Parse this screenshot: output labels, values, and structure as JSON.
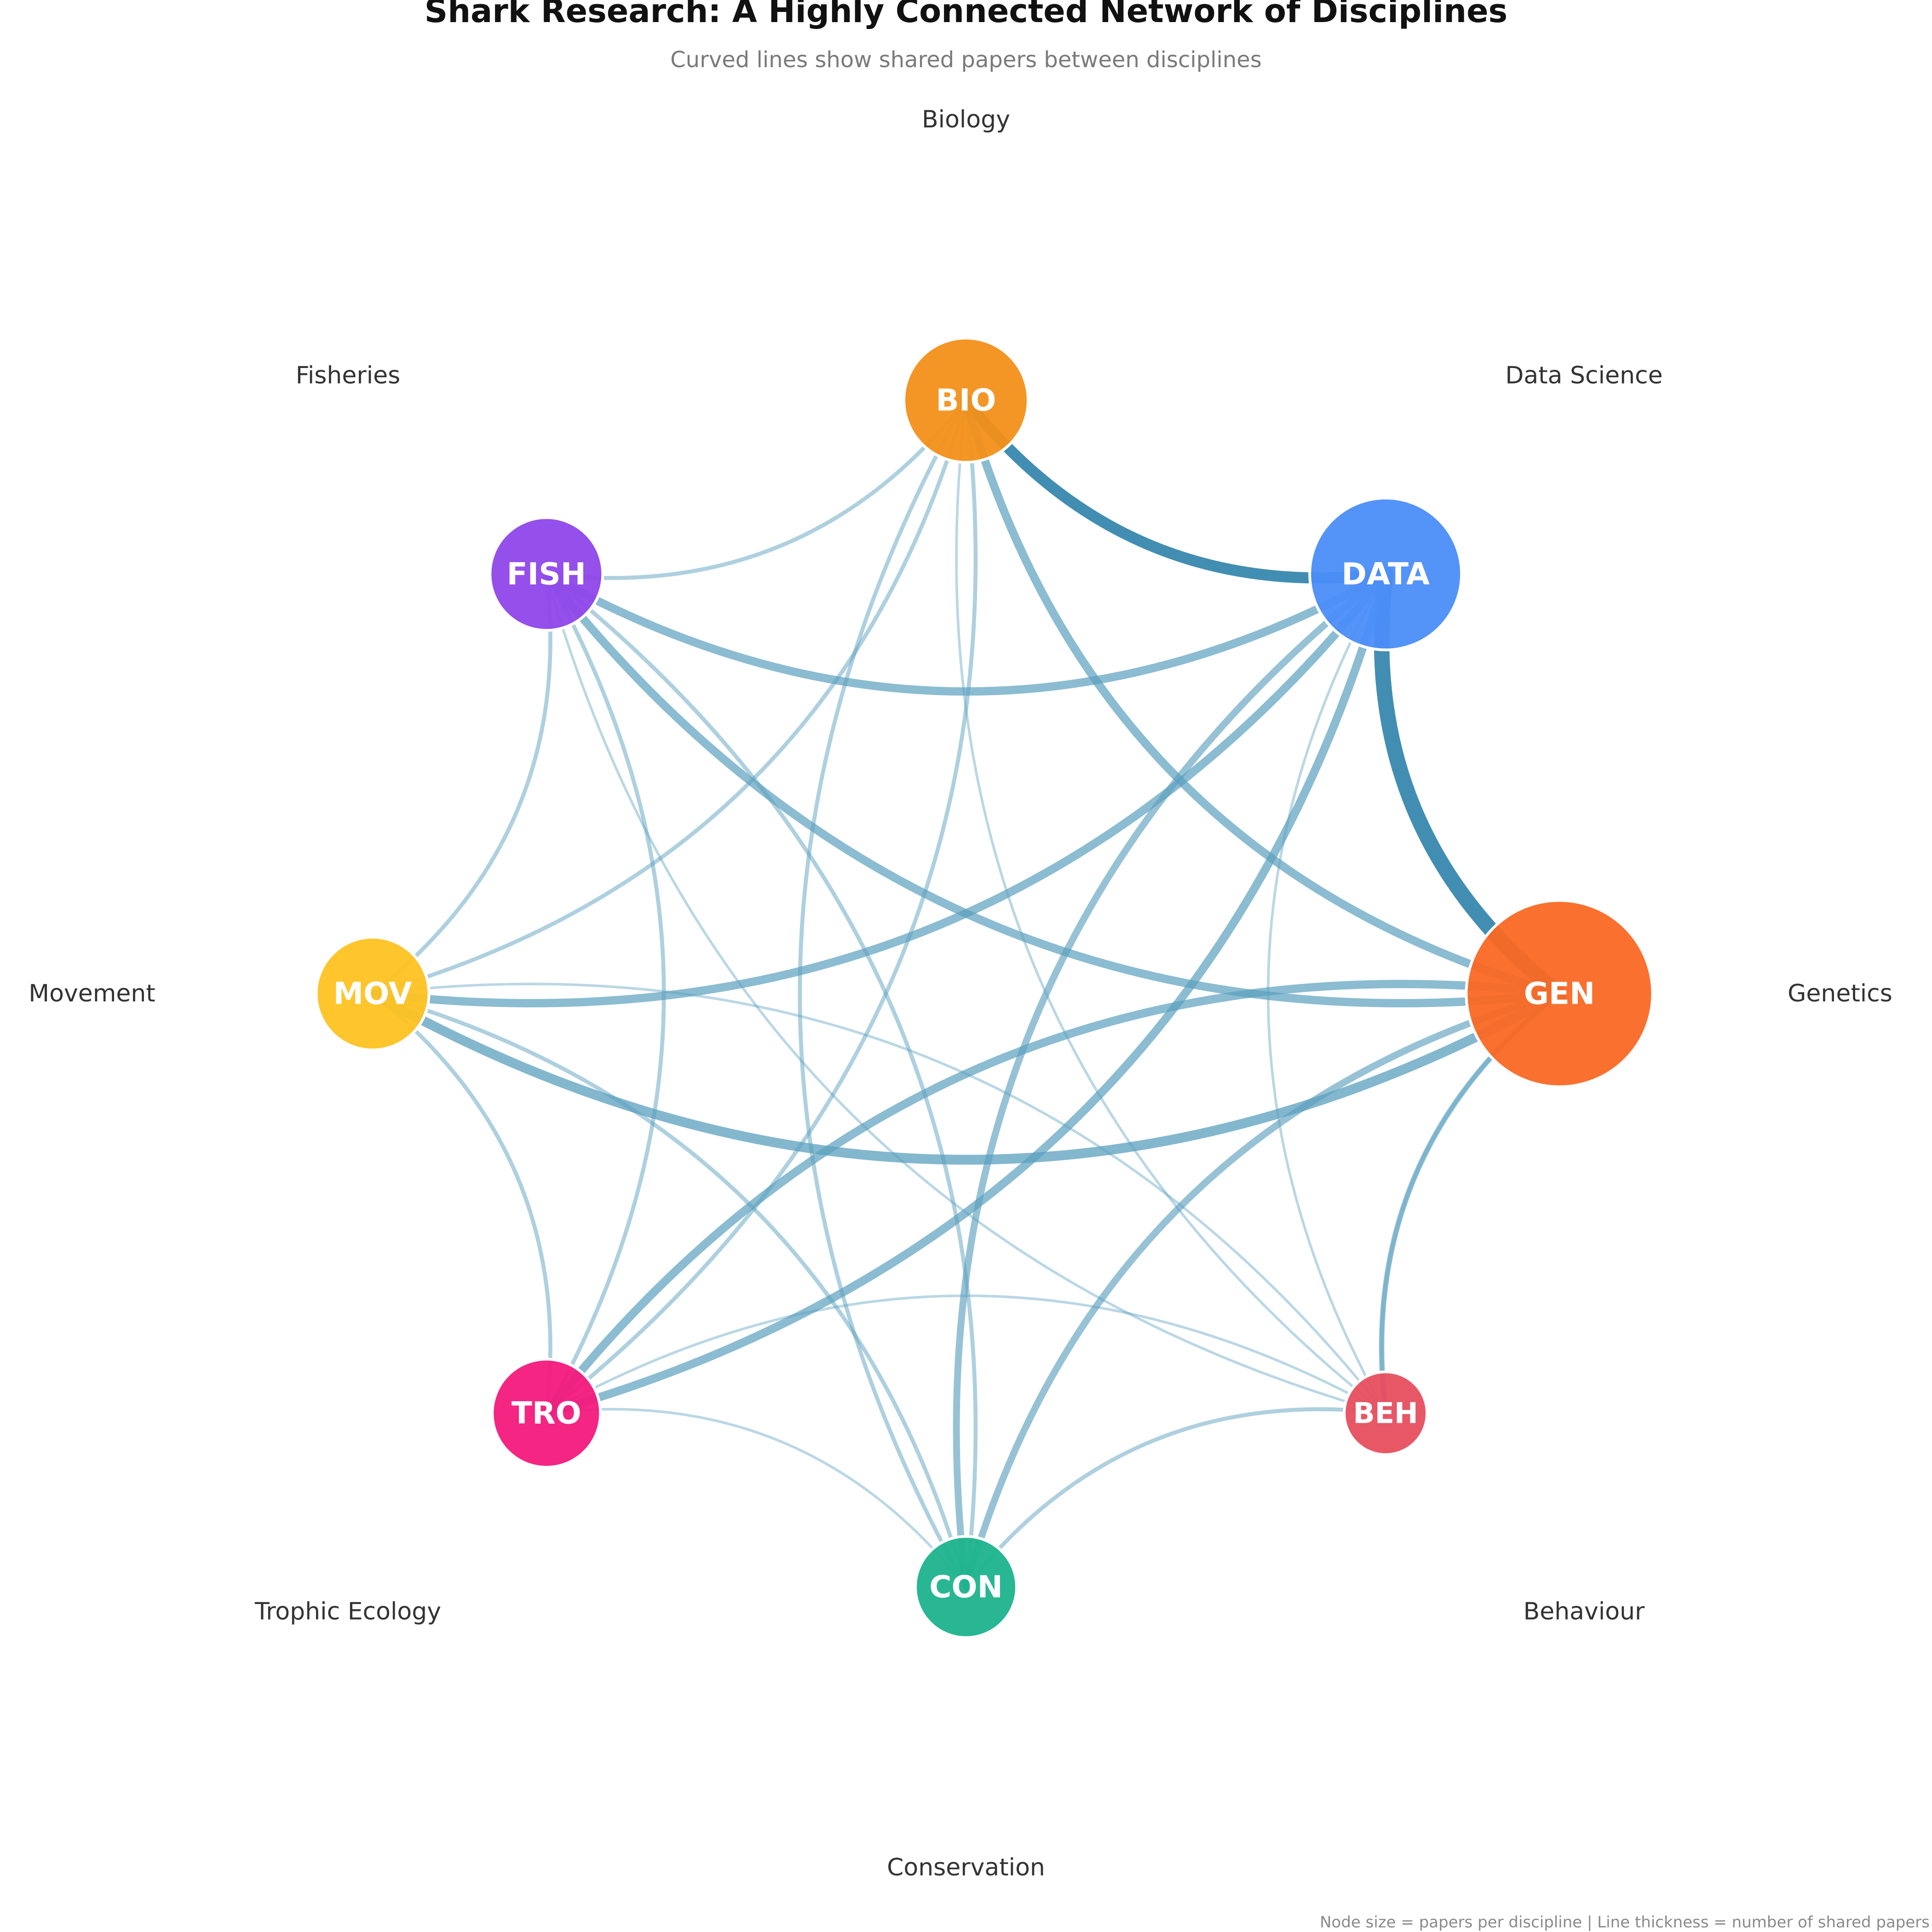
{
  "title": "Shark Research: A Highly Connected Network of Disciplines",
  "subtitle": "Curved lines show shared papers between disciplines",
  "footnote": "Node size = papers per discipline | Line thickness = number of shared papers",
  "nodes": [
    {
      "id": "BIO",
      "label": "BIO",
      "name": "Biology",
      "color": "#F39019",
      "papers": 2.6
    },
    {
      "id": "DATA",
      "label": "DATA",
      "name": "Data Science",
      "color": "#4B8DF8",
      "papers": 3.8
    },
    {
      "id": "GEN",
      "label": "GEN",
      "name": "Genetics",
      "color": "#FA6823",
      "papers": 5.3
    },
    {
      "id": "BEH",
      "label": "BEH",
      "name": "Behaviour",
      "color": "#E74E5E",
      "papers": 0.8
    },
    {
      "id": "CON",
      "label": "CON",
      "name": "Conservation",
      "color": "#1CB38C",
      "papers": 1.6
    },
    {
      "id": "TRO",
      "label": "TRO",
      "name": "Trophic Ecology",
      "color": "#F3197C",
      "papers": 1.9
    },
    {
      "id": "MOV",
      "label": "MOV",
      "name": "Movement",
      "color": "#FEC222",
      "papers": 2.1
    },
    {
      "id": "FISH",
      "label": "FISH",
      "name": "Fisheries",
      "color": "#8F46EA",
      "papers": 2.1
    }
  ],
  "edges": [
    {
      "source": "DATA",
      "target": "GEN",
      "shared": 10
    },
    {
      "source": "BIO",
      "target": "DATA",
      "shared": 7
    },
    {
      "source": "BIO",
      "target": "GEN",
      "shared": 5
    },
    {
      "source": "FISH",
      "target": "GEN",
      "shared": 5
    },
    {
      "source": "FISH",
      "target": "DATA",
      "shared": 5
    },
    {
      "source": "MOV",
      "target": "DATA",
      "shared": 5
    },
    {
      "source": "MOV",
      "target": "GEN",
      "shared": 6
    },
    {
      "source": "TRO",
      "target": "DATA",
      "shared": 5
    },
    {
      "source": "TRO",
      "target": "GEN",
      "shared": 5
    },
    {
      "source": "CON",
      "target": "DATA",
      "shared": 4
    },
    {
      "source": "CON",
      "target": "GEN",
      "shared": 4
    },
    {
      "source": "BEH",
      "target": "GEN",
      "shared": 3
    },
    {
      "source": "BIO",
      "target": "FISH",
      "shared": 2
    },
    {
      "source": "BIO",
      "target": "MOV",
      "shared": 2
    },
    {
      "source": "BIO",
      "target": "TRO",
      "shared": 2
    },
    {
      "source": "BIO",
      "target": "CON",
      "shared": 2
    },
    {
      "source": "BIO",
      "target": "BEH",
      "shared": 1
    },
    {
      "source": "DATA",
      "target": "BEH",
      "shared": 1
    },
    {
      "source": "FISH",
      "target": "MOV",
      "shared": 2
    },
    {
      "source": "FISH",
      "target": "TRO",
      "shared": 2
    },
    {
      "source": "FISH",
      "target": "CON",
      "shared": 2
    },
    {
      "source": "FISH",
      "target": "BEH",
      "shared": 1
    },
    {
      "source": "MOV",
      "target": "TRO",
      "shared": 2
    },
    {
      "source": "MOV",
      "target": "CON",
      "shared": 2
    },
    {
      "source": "MOV",
      "target": "BEH",
      "shared": 1
    },
    {
      "source": "TRO",
      "target": "CON",
      "shared": 1
    },
    {
      "source": "TRO",
      "target": "BEH",
      "shared": 1
    },
    {
      "source": "CON",
      "target": "BEH",
      "shared": 2
    },
    {
      "source": "GEN",
      "target": "BEH",
      "shared": 2
    }
  ]
}
